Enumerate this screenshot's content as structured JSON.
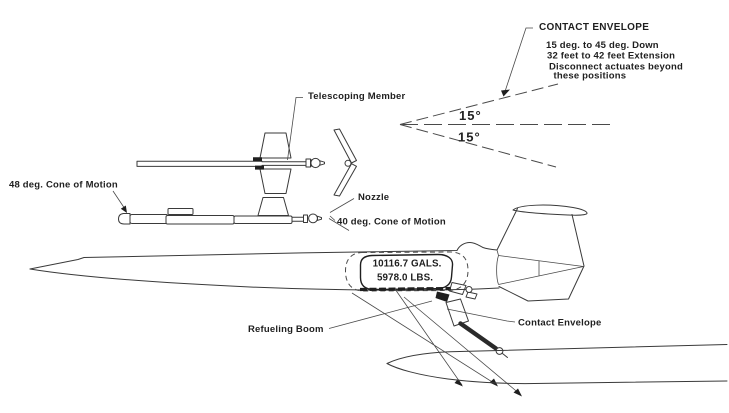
{
  "colors": {
    "ink": "#1f1f1f",
    "line": "#3a3a3a",
    "paper": "#ffffff"
  },
  "notes": {
    "contact_envelope": {
      "title": "CONTACT ENVELOPE",
      "lines": [
        "15 deg. to 45 deg. Down",
        "32 feet to 42 feet Extension",
        "Disconnect actuates beyond",
        "these positions"
      ]
    }
  },
  "labels": {
    "telescoping_member": "Telescoping Member",
    "cone_48": "48 deg. Cone of Motion",
    "nozzle": "Nozzle",
    "cone_40": "40 deg. Cone of Motion",
    "refueling_boom": "Refueling Boom",
    "contact_envelope": "Contact Envelope"
  },
  "angles": {
    "upper": "15°",
    "lower": "15°"
  },
  "tank": {
    "gallons": "10116.7 GALS.",
    "pounds": "5978.0 LBS."
  }
}
